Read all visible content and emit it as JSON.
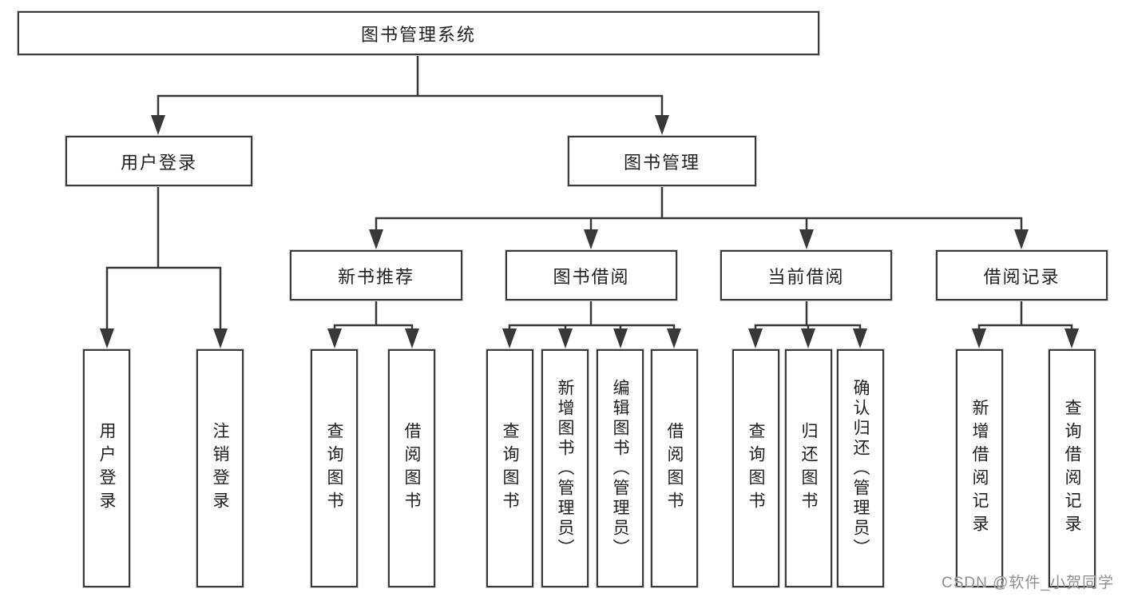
{
  "diagram": {
    "type": "hierarchy-tree",
    "title": "图书管理系统",
    "watermark": "CSDN @软件_小贺同学",
    "colors": {
      "background": "#ffffff",
      "line": "#383838",
      "box_border": "#3a3a3a",
      "text": "#1f1f1f",
      "watermark": "#8f8f8f"
    },
    "nodes": {
      "root": {
        "label": "图书管理系统",
        "level": 1
      },
      "login": {
        "label": "用户登录",
        "level": 2,
        "parent": "root"
      },
      "manage": {
        "label": "图书管理",
        "level": 2,
        "parent": "root"
      },
      "newbook": {
        "label": "新书推荐",
        "level": 3,
        "parent": "manage"
      },
      "borrow": {
        "label": "图书借阅",
        "level": 3,
        "parent": "manage"
      },
      "current": {
        "label": "当前借阅",
        "level": 3,
        "parent": "manage"
      },
      "records": {
        "label": "借阅记录",
        "level": 3,
        "parent": "manage"
      },
      "login_user": {
        "label": "用户登录",
        "level": 4,
        "parent": "login"
      },
      "login_out": {
        "label": "注销登录",
        "level": 4,
        "parent": "login"
      },
      "newbook_query": {
        "label": "查询图书",
        "level": 4,
        "parent": "newbook"
      },
      "newbook_borrow": {
        "label": "借阅图书",
        "level": 4,
        "parent": "newbook"
      },
      "borrow_query": {
        "label": "查询图书",
        "level": 4,
        "parent": "borrow"
      },
      "borrow_add": {
        "label": "新增图书（管理员）",
        "level": 4,
        "parent": "borrow"
      },
      "borrow_edit": {
        "label": "编辑图书（管理员）",
        "level": 4,
        "parent": "borrow"
      },
      "borrow_borrow": {
        "label": "借阅图书",
        "level": 4,
        "parent": "borrow"
      },
      "current_query": {
        "label": "查询图书",
        "level": 4,
        "parent": "current"
      },
      "current_return": {
        "label": "归还图书",
        "level": 4,
        "parent": "current"
      },
      "current_confirm": {
        "label": "确认归还（管理员）",
        "level": 4,
        "parent": "current"
      },
      "records_add": {
        "label": "新增借阅记录",
        "level": 4,
        "parent": "records"
      },
      "records_query": {
        "label": "查询借阅记录",
        "level": 4,
        "parent": "records"
      }
    }
  }
}
